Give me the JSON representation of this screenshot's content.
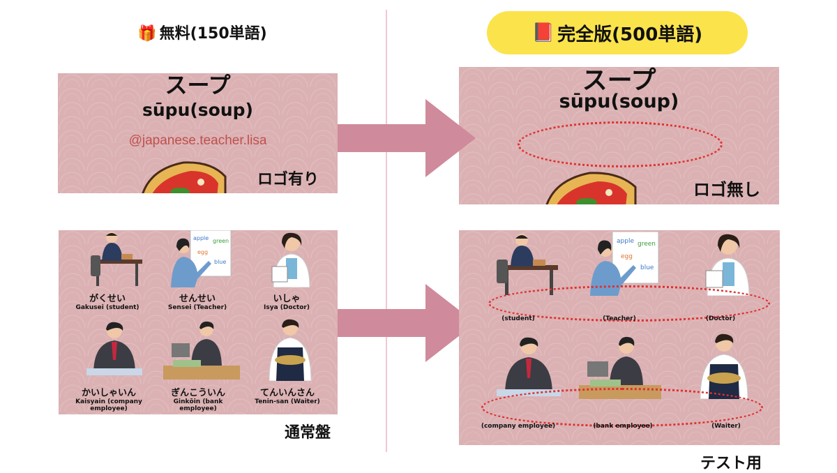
{
  "headers": {
    "free_icon": "🎁",
    "free_label": "無料(150単語)",
    "full_icon": "📕",
    "full_label": "完全版(500単語)"
  },
  "soup_cards": {
    "title": "スープ",
    "romaji": "sūpu(soup)",
    "watermark": "@japanese.teacher.lisa",
    "free_caption": "ロゴ有り",
    "full_caption": "ロゴ無し"
  },
  "job_cards": {
    "free": [
      {
        "kana": "がくせい",
        "gloss": "Gakusei (student)"
      },
      {
        "kana": "せんせい",
        "gloss": "Sensei (Teacher)"
      },
      {
        "kana": "いしゃ",
        "gloss": "Isya (Doctor)"
      },
      {
        "kana": "かいしゃいん",
        "gloss": "Kaisyain (company employee)"
      },
      {
        "kana": "ぎんこういん",
        "gloss": "Ginkōin (bank employee)"
      },
      {
        "kana": "てんいんさん",
        "gloss": "Tenin-san (Waiter)"
      }
    ],
    "test": [
      {
        "gloss": "(student)"
      },
      {
        "gloss": "(Teacher)"
      },
      {
        "gloss": "(Doctor)"
      },
      {
        "gloss": "(company employee)"
      },
      {
        "gloss": "(bank employee)"
      },
      {
        "gloss": "(Waiter)"
      }
    ],
    "board_words": [
      "apple",
      "green",
      "egg",
      "blue"
    ],
    "free_caption": "通常盤",
    "test_caption": "テスト用"
  },
  "colors": {
    "card_bg": "#dbb1b3",
    "arrow": "#cf8a9b",
    "highlight_pill": "#fbe34c",
    "dotted_ring": "#e0302f",
    "divider": "#f1c7d3",
    "watermark": "#c0504d"
  }
}
